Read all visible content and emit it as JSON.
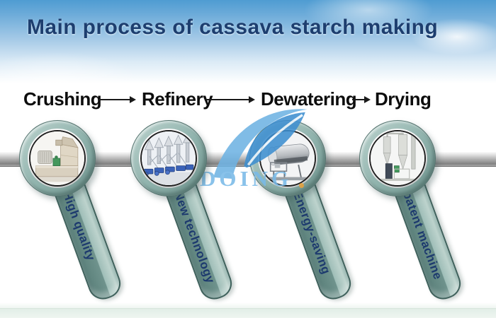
{
  "title": "Main process of cassava starch making",
  "flow": {
    "steps": [
      {
        "label": "Crushing"
      },
      {
        "label": "Refinery"
      },
      {
        "label": "Dewatering"
      },
      {
        "label": "Drying"
      }
    ]
  },
  "stations": [
    {
      "tag": "High quality",
      "photo": "crushing machine photo"
    },
    {
      "tag": "New technology",
      "photo": "refinery hydrocyclone station photo"
    },
    {
      "tag": "Energy-saving",
      "photo": "dewatering machine photo"
    },
    {
      "tag": "patent machine",
      "photo": "flash dryer machine photo"
    }
  ],
  "watermark": {
    "brand": "DOING"
  },
  "icons": {
    "flow_arrow": "→",
    "logo_leaf": "leaf-swoosh"
  },
  "colors": {
    "title_navy": "#1d3e6f",
    "sky_blue_top": "#4f9cd2",
    "handle_teal_dark": "#6f938d",
    "handle_teal_light": "#bdd3cd",
    "tag_text_navy": "#1d3a6e",
    "watermark_blue": "#79bae8",
    "pipe_gray": "#b0b0b0",
    "footer_green": "#e6f0e9",
    "label_black": "#0d0d0d"
  }
}
